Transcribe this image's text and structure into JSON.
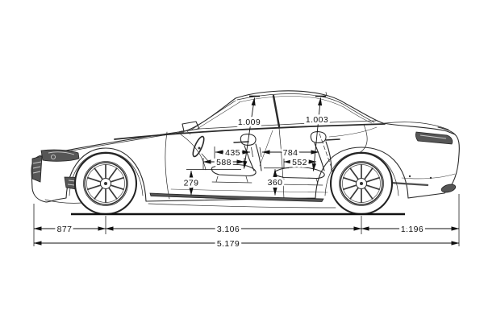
{
  "diagram": {
    "type": "vehicle-dimension-side-view",
    "dimension_labels": {
      "headroom_front": "1.009",
      "headroom_rear": "1.003",
      "front_row_upper": "435",
      "front_row_lower": "588",
      "rear_row_upper": "784",
      "rear_row_lower": "552",
      "front_vertical": "279",
      "rear_vertical": "360",
      "front_overhang": "877",
      "wheelbase": "3.106",
      "rear_overhang": "1.196",
      "overall_length": "5.179"
    }
  }
}
